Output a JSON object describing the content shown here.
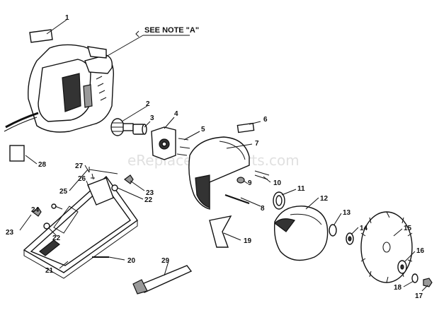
{
  "note": "SEE NOTE \"A\"",
  "watermark": "eReplacementParts.com",
  "callouts": [
    "1",
    "2",
    "3",
    "4",
    "5",
    "6",
    "7",
    "8",
    "9",
    "10",
    "11",
    "12",
    "13",
    "14",
    "15",
    "16",
    "17",
    "18",
    "19",
    "20",
    "21",
    "22",
    "22",
    "23",
    "23",
    "24",
    "25",
    "26",
    "27",
    "28",
    "29"
  ]
}
